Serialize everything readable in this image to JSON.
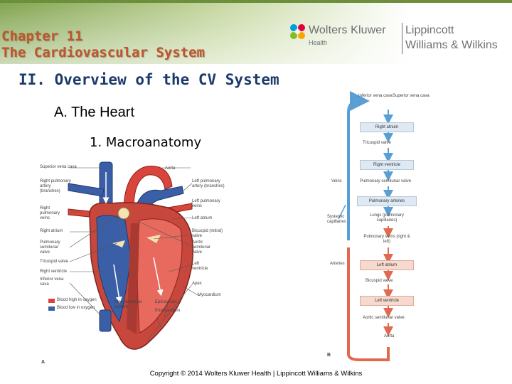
{
  "header": {
    "chapter_line1": "Chapter 11",
    "chapter_line2": "The Cardiovascular System",
    "logo_name": "Wolters Kluwer",
    "logo_sub": "Health",
    "logo_lw_line1": "Lippincott",
    "logo_lw_line2": "Williams & Wilkins"
  },
  "outline": {
    "section": "II. Overview of the CV System",
    "subsection": "A.  The Heart",
    "item": "1.  Macroanatomy"
  },
  "heart_figure": {
    "label_left": [
      "Superior vena cava",
      "Right pulmonary artery (branches)",
      "Right pulmonary veins",
      "Right atrium",
      "Pulmonary semilunar valve",
      "Tricuspid valve",
      "Right ventricle",
      "Inferior vena cava"
    ],
    "label_right": [
      "Aorta",
      "Left pulmonary artery (branches)",
      "Left pulmonary veins",
      "Left atrium",
      "Bicuspid (mitral) valve",
      "Aortic semilunar valve",
      "Left ventricle",
      "Apex",
      "Myocardium"
    ],
    "label_bottom": [
      "Interventricular septum",
      "Epicardium",
      "Endocardium"
    ],
    "legend": [
      "Blood high in oxygen",
      "Blood low in oxygen"
    ],
    "panel": "A",
    "colors": {
      "oxygen_high": "#d9443b",
      "oxygen_low": "#3b5fa6"
    }
  },
  "flow_figure": {
    "top_labels": [
      "Inferior vena cava",
      "Superior vena cava"
    ],
    "steps": [
      "Right atrium",
      "Tricuspid valve",
      "Right ventricle",
      "Pulmonary semilunar valve",
      "Pulmonary arteries",
      "Lungs (pulmonary capillaries)",
      "Pulmonary veins (right & left)",
      "Left atrium",
      "Bicuspid valve",
      "Left ventricle",
      "Aortic semilunar valve",
      "Aorta"
    ],
    "side_labels": [
      "Veins",
      "Systemic capillaries",
      "Arteries"
    ],
    "panel": "B",
    "colors": {
      "oxygen_low": "#5a9fd4",
      "oxygen_high": "#e06a4f"
    }
  },
  "footer": {
    "copyright": "Copyright © 2014 Wolters Kluwer Health | Lippincott Williams & Wilkins"
  }
}
